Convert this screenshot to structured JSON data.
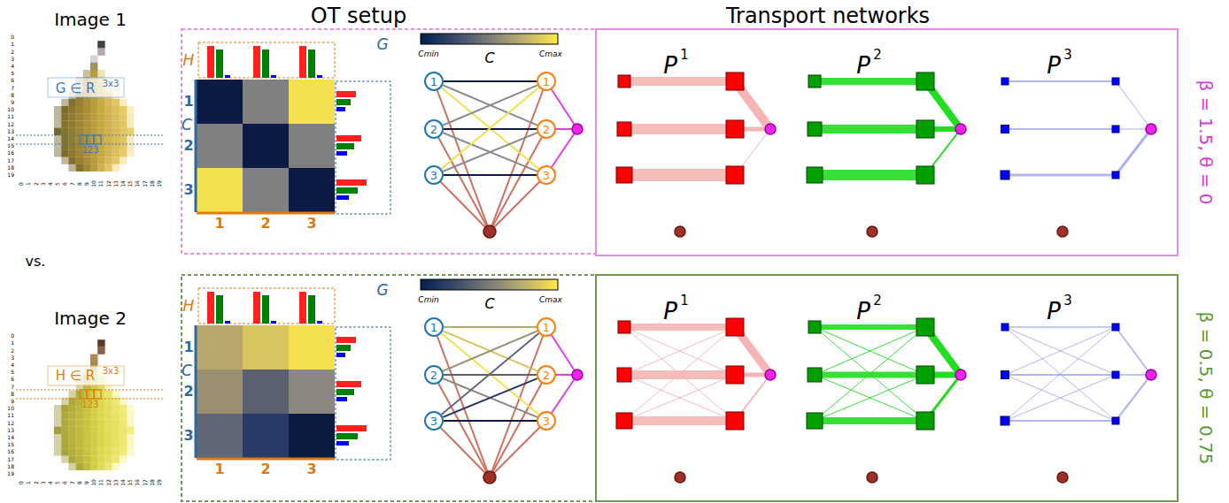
{
  "diagram": {
    "nodes": [
      {
        "text": [
          "1"
        ]
      },
      {
        "text": [
          "2"
        ]
      },
      {
        "text": [
          "3"
        ]
      },
      {
        "text": [
          "1"
        ]
      },
      {
        "text": [
          "2"
        ]
      },
      {
        "text": [
          "3"
        ]
      },
      {
        "text": [
          "1"
        ]
      },
      {
        "text": [
          "2"
        ]
      },
      {
        "text": [
          "3"
        ]
      },
      {
        "text": [
          "1"
        ]
      },
      {
        "text": [
          "2"
        ]
      },
      {
        "text": [
          "3"
        ]
      }
    ],
    "edges": [
      {
        "from": 0,
        "to": 3,
        "arrow": "none"
      },
      {
        "from": 0,
        "to": 4,
        "arrow": "none"
      },
      {
        "from": 0,
        "to": 5,
        "arrow": "none"
      },
      {
        "from": 1,
        "to": 3,
        "arrow": "none"
      },
      {
        "from": 1,
        "to": 4,
        "arrow": "none"
      },
      {
        "from": 1,
        "to": 5,
        "arrow": "none"
      },
      {
        "from": 2,
        "to": 3,
        "arrow": "none"
      },
      {
        "from": 2,
        "to": 4,
        "arrow": "none"
      },
      {
        "from": 2,
        "to": 5,
        "arrow": "none"
      },
      {
        "from": 6,
        "to": 9,
        "arrow": "none"
      },
      {
        "from": 6,
        "to": 10,
        "arrow": "none"
      },
      {
        "from": 6,
        "to": 11,
        "arrow": "none"
      },
      {
        "from": 7,
        "to": 9,
        "arrow": "none"
      },
      {
        "from": 7,
        "to": 10,
        "arrow": "none"
      },
      {
        "from": 7,
        "to": 11,
        "arrow": "none"
      },
      {
        "from": 8,
        "to": 9,
        "arrow": "none"
      },
      {
        "from": 8,
        "to": 10,
        "arrow": "none"
      },
      {
        "from": 8,
        "to": 11,
        "arrow": "none"
      }
    ],
    "labels": [
      "Image 1",
      "0",
      "1",
      "2",
      "3",
      "4",
      "5",
      "6",
      "7",
      "8",
      "9",
      "10",
      "11",
      "12",
      "13",
      "14",
      "15",
      "16",
      "17",
      "18",
      "19",
      "0",
      "1",
      "2",
      "3",
      "4",
      "5",
      "6",
      "7",
      "8",
      "9",
      "10",
      "11",
      "12",
      "13",
      "14",
      "15",
      "16",
      "17",
      "18",
      "19",
      "G ∈ R",
      "3x3",
      "123",
      "vs.",
      "Image 2",
      "0",
      "1",
      "2",
      "3",
      "4",
      "5",
      "6",
      "7",
      "8",
      "9",
      "10",
      "11",
      "12",
      "13",
      "14",
      "15",
      "16",
      "17",
      "18",
      "19",
      "0",
      "1",
      "2",
      "3",
      "4",
      "5",
      "6",
      "7",
      "8",
      "9",
      "10",
      "11",
      "12",
      "13",
      "14",
      "15",
      "16",
      "17",
      "18",
      "19",
      "H ∈ R",
      "3x3",
      "123",
      "OT setup",
      "Transport networks",
      "H",
      "G",
      "C",
      "1",
      "2",
      "3",
      "1",
      "2",
      "3",
      "C",
      "Cmin",
      "Cmax",
      "P",
      "1",
      "P",
      "2",
      "P",
      "3",
      "β = 1.5, θ = 0",
      "H",
      "G",
      "C",
      "1",
      "2",
      "3",
      "1",
      "2",
      "3",
      "C",
      "Cmin",
      "Cmax",
      "P",
      "1",
      "P",
      "2",
      "P",
      "3",
      "β = 0.5, θ = 0.75"
    ]
  }
}
